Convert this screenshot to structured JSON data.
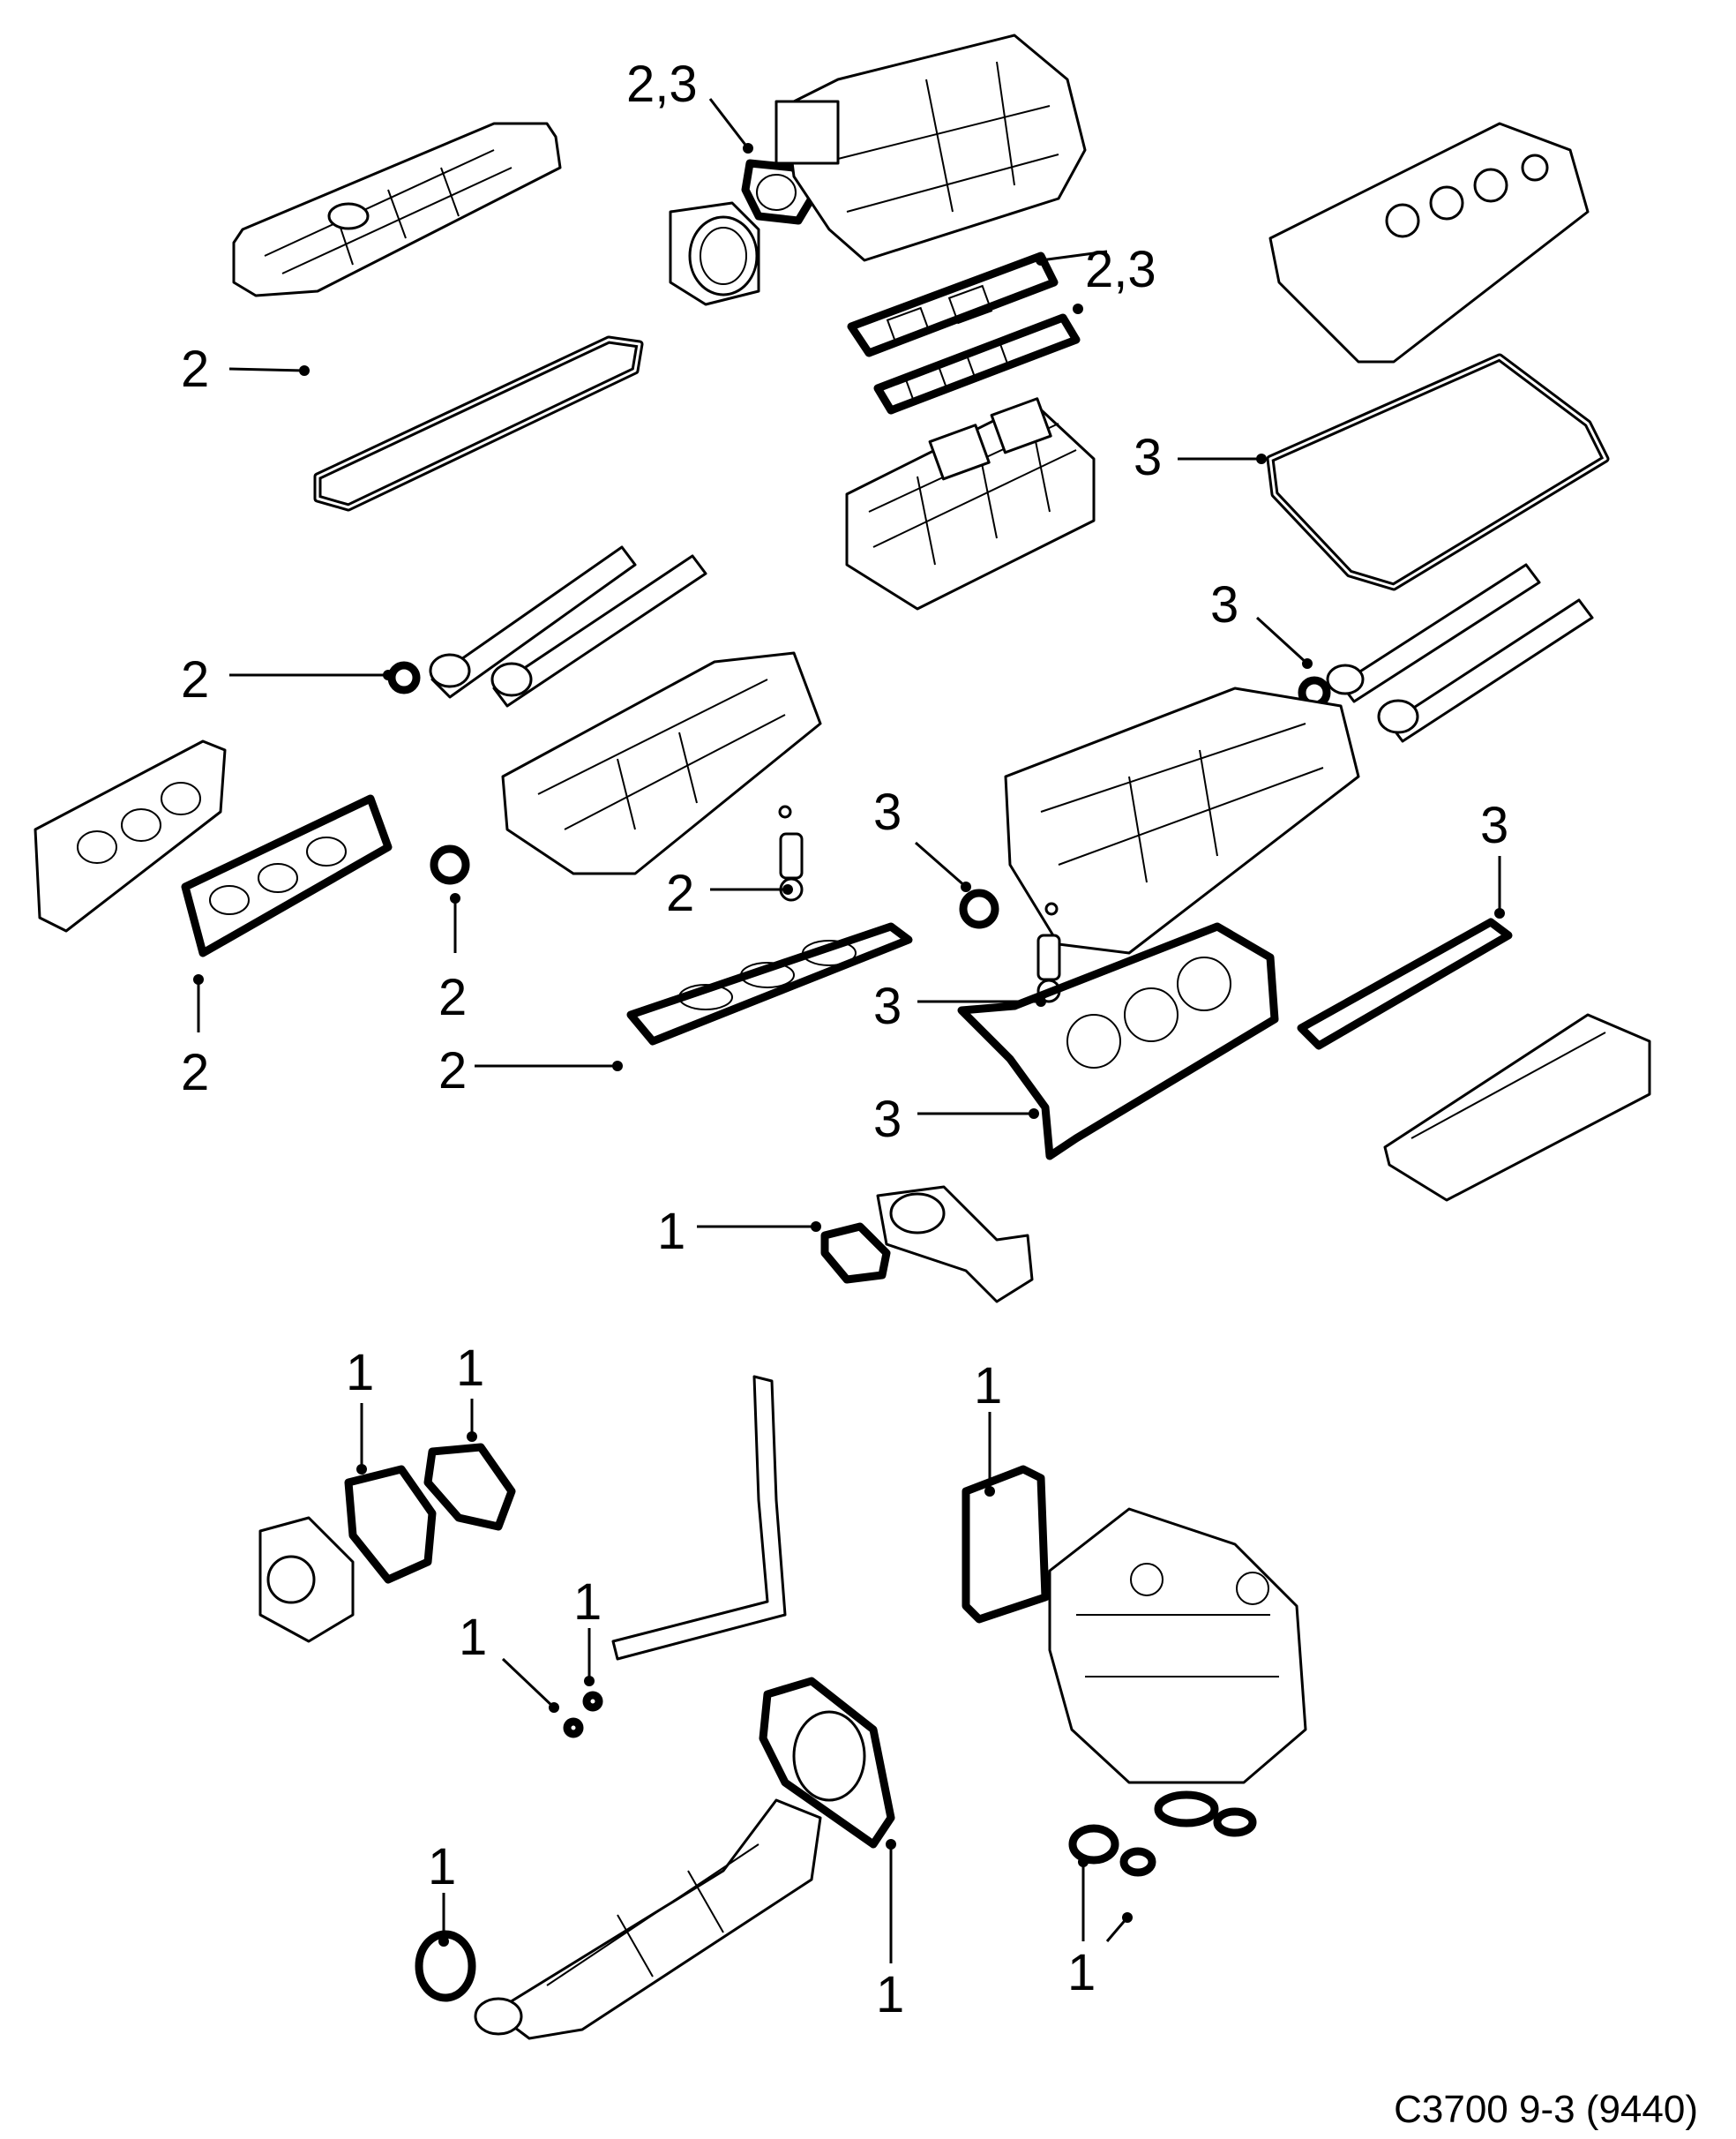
{
  "diagram": {
    "reference_code": "C3700 9-3 (9440)",
    "callouts": [
      {
        "id": "c1",
        "text": "2,3"
      },
      {
        "id": "c2",
        "text": "2,3"
      },
      {
        "id": "c3",
        "text": "2"
      },
      {
        "id": "c4",
        "text": "3"
      },
      {
        "id": "c5",
        "text": "2"
      },
      {
        "id": "c6",
        "text": "3"
      },
      {
        "id": "c7",
        "text": "3"
      },
      {
        "id": "c8",
        "text": "3"
      },
      {
        "id": "c9",
        "text": "2"
      },
      {
        "id": "c10",
        "text": "2"
      },
      {
        "id": "c11",
        "text": "2"
      },
      {
        "id": "c12",
        "text": "2"
      },
      {
        "id": "c13",
        "text": "3"
      },
      {
        "id": "c14",
        "text": "2"
      },
      {
        "id": "c15",
        "text": "3"
      },
      {
        "id": "c16",
        "text": "1"
      },
      {
        "id": "c17",
        "text": "1"
      },
      {
        "id": "c18",
        "text": "1"
      },
      {
        "id": "c19",
        "text": "1"
      },
      {
        "id": "c20",
        "text": "1"
      },
      {
        "id": "c21",
        "text": "1"
      },
      {
        "id": "c22",
        "text": "1"
      },
      {
        "id": "c23",
        "text": "1"
      },
      {
        "id": "c24",
        "text": "1"
      }
    ]
  }
}
